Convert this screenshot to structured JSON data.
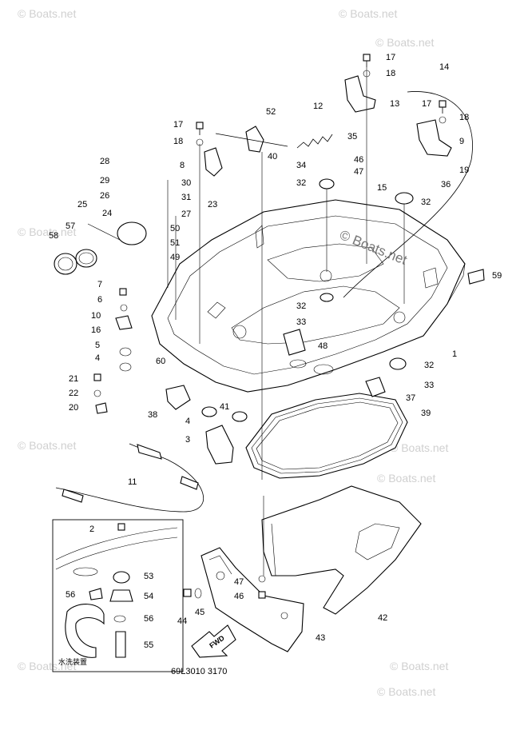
{
  "watermarks": [
    "© Boats.net",
    "© Boats.net",
    "© Boats.net",
    "© Boats.net",
    "© Boats.net",
    "© Boats.net",
    "© Boats.net",
    "© Boats.net",
    "© Boats.net",
    "© Boats.net"
  ],
  "center_watermark": "© Boats.net",
  "diagram_code": "69L3010 3170",
  "inset_label": "水洗装置",
  "fwd_label": "FWD",
  "callouts": [
    {
      "id": "p17a",
      "label": "17"
    },
    {
      "id": "p18a",
      "label": "18"
    },
    {
      "id": "p14",
      "label": "14"
    },
    {
      "id": "p13",
      "label": "13"
    },
    {
      "id": "p12",
      "label": "12"
    },
    {
      "id": "p52",
      "label": "52"
    },
    {
      "id": "p17b",
      "label": "17"
    },
    {
      "id": "p18b",
      "label": "18"
    },
    {
      "id": "p9",
      "label": "9"
    },
    {
      "id": "p17c",
      "label": "17"
    },
    {
      "id": "p18c",
      "label": "18"
    },
    {
      "id": "p35",
      "label": "35"
    },
    {
      "id": "p40",
      "label": "40"
    },
    {
      "id": "p8",
      "label": "8"
    },
    {
      "id": "p46a",
      "label": "46"
    },
    {
      "id": "p47a",
      "label": "47"
    },
    {
      "id": "p19",
      "label": "19"
    },
    {
      "id": "p28",
      "label": "28"
    },
    {
      "id": "p34",
      "label": "34"
    },
    {
      "id": "p29",
      "label": "29"
    },
    {
      "id": "p30",
      "label": "30"
    },
    {
      "id": "p32a",
      "label": "32"
    },
    {
      "id": "p15",
      "label": "15"
    },
    {
      "id": "p36",
      "label": "36"
    },
    {
      "id": "p26",
      "label": "26"
    },
    {
      "id": "p31",
      "label": "31"
    },
    {
      "id": "p32b",
      "label": "32"
    },
    {
      "id": "p25",
      "label": "25"
    },
    {
      "id": "p27",
      "label": "27"
    },
    {
      "id": "p23",
      "label": "23"
    },
    {
      "id": "p24",
      "label": "24"
    },
    {
      "id": "p57",
      "label": "57"
    },
    {
      "id": "p50",
      "label": "50"
    },
    {
      "id": "p58",
      "label": "58"
    },
    {
      "id": "p51",
      "label": "51"
    },
    {
      "id": "p49",
      "label": "49"
    },
    {
      "id": "p59",
      "label": "59"
    },
    {
      "id": "p7",
      "label": "7"
    },
    {
      "id": "p6",
      "label": "6"
    },
    {
      "id": "p32c",
      "label": "32"
    },
    {
      "id": "p10",
      "label": "10"
    },
    {
      "id": "p33a",
      "label": "33"
    },
    {
      "id": "p16",
      "label": "16"
    },
    {
      "id": "p5",
      "label": "5"
    },
    {
      "id": "p48",
      "label": "48"
    },
    {
      "id": "p1",
      "label": "1"
    },
    {
      "id": "p4a",
      "label": "4"
    },
    {
      "id": "p60",
      "label": "60"
    },
    {
      "id": "p32d",
      "label": "32"
    },
    {
      "id": "p21",
      "label": "21"
    },
    {
      "id": "p33b",
      "label": "33"
    },
    {
      "id": "p22",
      "label": "22"
    },
    {
      "id": "p37",
      "label": "37"
    },
    {
      "id": "p20",
      "label": "20"
    },
    {
      "id": "p41",
      "label": "41"
    },
    {
      "id": "p38",
      "label": "38"
    },
    {
      "id": "p4b",
      "label": "4"
    },
    {
      "id": "p39",
      "label": "39"
    },
    {
      "id": "p3",
      "label": "3"
    },
    {
      "id": "p11",
      "label": "11"
    },
    {
      "id": "p2",
      "label": "2"
    },
    {
      "id": "p53",
      "label": "53"
    },
    {
      "id": "p47b",
      "label": "47"
    },
    {
      "id": "p56a",
      "label": "56"
    },
    {
      "id": "p54",
      "label": "54"
    },
    {
      "id": "p46b",
      "label": "46"
    },
    {
      "id": "p56b",
      "label": "56"
    },
    {
      "id": "p44",
      "label": "44"
    },
    {
      "id": "p45",
      "label": "45"
    },
    {
      "id": "p42",
      "label": "42"
    },
    {
      "id": "p55",
      "label": "55"
    },
    {
      "id": "p43",
      "label": "43"
    }
  ]
}
